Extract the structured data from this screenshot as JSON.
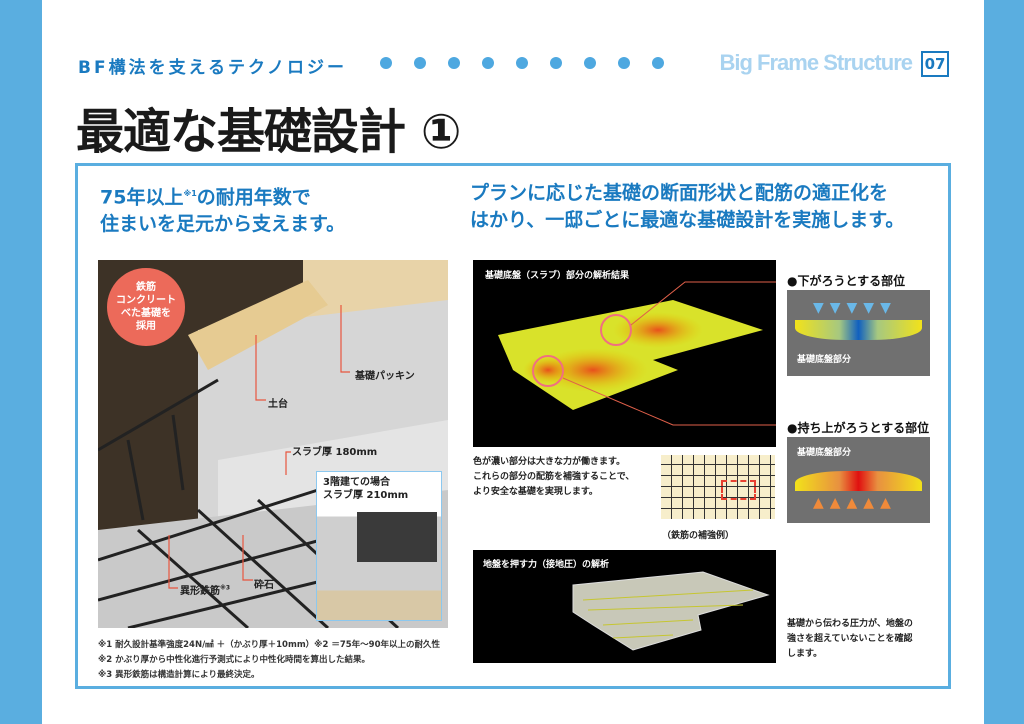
{
  "header": {
    "kicker": "BF構法を支えるテクノロジー",
    "brand": "Big Frame Structure",
    "page_number": "07"
  },
  "title": "最適な基礎設計 ①",
  "left": {
    "heading_line1": "75年以上",
    "heading_sup": "※1",
    "heading_line1b": "の耐用年数で",
    "heading_line2": "住まいを足元から支えます。",
    "badge": [
      "鉄筋",
      "コンクリート",
      "べた基礎を",
      "採用"
    ],
    "labels": {
      "packing": "基礎パッキン",
      "sill": "土台",
      "slab": "スラブ厚 180mm",
      "rebar": "異形鉄筋",
      "rebar_sup": "※3",
      "gravel": "砕石"
    },
    "inset": {
      "line1": "3階建ての場合",
      "line2": "スラブ厚 210mm"
    },
    "footnotes": [
      "※1 耐久設計基準強度24N/㎟ ＋（かぶり厚＋10mm）※2 ＝75年～90年以上の耐久性",
      "※2 かぶり厚から中性化進行予測式により中性化時間を算出した結果。",
      "※3 異形鉄筋は構造計算により最終決定。"
    ]
  },
  "right": {
    "heading_line1": "プランに応じた基礎の断面形状と配筋の適正化を",
    "heading_line2": "はかり、一邸ごとに最適な基礎設計を実施します。",
    "slab_analysis_caption": "基礎底盤（スラブ）部分の解析結果",
    "down_title": "●下がろうとする部位",
    "down_label": "基礎底盤部分",
    "up_title": "●持ち上がろうとする部位",
    "up_label": "基礎底盤部分",
    "explain": [
      "色が濃い部分は大きな力が働きます。",
      "これらの部分の配筋を補強することで、",
      "より安全な基礎を実現します。"
    ],
    "rebar_caption": "（鉄筋の補強例）",
    "ground_caption": "地盤を押す力（接地圧）の解析",
    "ground_text": [
      "基礎から伝わる圧力が、地盤の",
      "強さを超えていないことを確認",
      "します。"
    ]
  },
  "colors": {
    "accent": "#1a7ac0",
    "sidebar": "#5aaee0",
    "badge": "#ec6a5a"
  }
}
